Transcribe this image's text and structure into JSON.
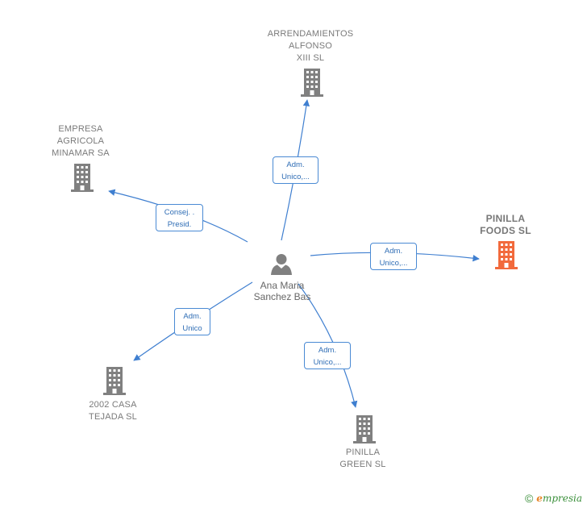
{
  "center": {
    "name": "Ana Maria\nSanchez Bas"
  },
  "companies": [
    {
      "id": "arrendamientos",
      "label": "ARRENDAMIENTOS\nALFONSO\nXIII  SL",
      "color": "#808080"
    },
    {
      "id": "empresa-agricola",
      "label": "EMPRESA\nAGRICOLA\nMINAMAR SA",
      "color": "#808080"
    },
    {
      "id": "pinilla-foods",
      "label": "PINILLA\nFOODS  SL",
      "color": "#f26a3c",
      "highlight": true
    },
    {
      "id": "casa-tejada",
      "label": "2002 CASA\nTEJADA  SL",
      "color": "#808080"
    },
    {
      "id": "pinilla-green",
      "label": "PINILLA\nGREEN  SL",
      "color": "#808080"
    }
  ],
  "relations": [
    {
      "to": "arrendamientos",
      "label": "Adm.\nUnico,..."
    },
    {
      "to": "empresa-agricola",
      "label": "Consej. .\nPresid."
    },
    {
      "to": "pinilla-foods",
      "label": "Adm.\nUnico,..."
    },
    {
      "to": "casa-tejada",
      "label": "Adm.\nUnico"
    },
    {
      "to": "pinilla-green",
      "label": "Adm.\nUnico,..."
    }
  ],
  "colors": {
    "edge": "#3f7fd0",
    "building": "#808080",
    "building_highlight": "#f26a3c",
    "person": "#808080"
  },
  "footer": {
    "copyright": "©",
    "brand_initial": "e",
    "brand_rest": "mpresia"
  }
}
